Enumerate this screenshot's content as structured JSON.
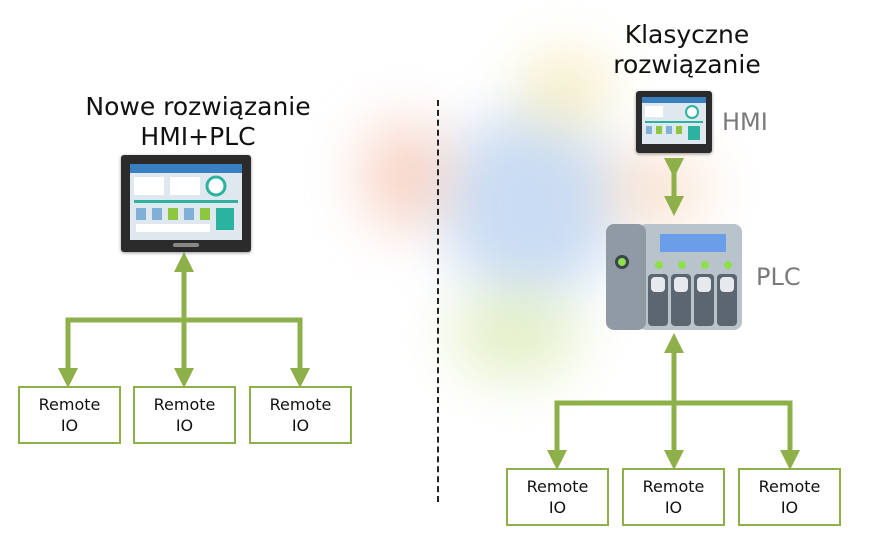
{
  "left": {
    "title_line1": "Nowe rozwiązanie",
    "title_line2": "HMI+PLC",
    "io_boxes": [
      {
        "line1": "Remote",
        "line2": "IO"
      },
      {
        "line1": "Remote",
        "line2": "IO"
      },
      {
        "line1": "Remote",
        "line2": "IO"
      }
    ]
  },
  "right": {
    "title_line1": "Klasyczne",
    "title_line2": "rozwiązanie",
    "hmi_label": "HMI",
    "plc_label": "PLC",
    "io_boxes": [
      {
        "line1": "Remote",
        "line2": "IO"
      },
      {
        "line1": "Remote",
        "line2": "IO"
      },
      {
        "line1": "Remote",
        "line2": "IO"
      }
    ]
  },
  "colors": {
    "wire": "#8db04a",
    "plc_body": "#b9c3cc",
    "plc_display": "#6a9ee8",
    "plc_led": "#8ee04a"
  }
}
